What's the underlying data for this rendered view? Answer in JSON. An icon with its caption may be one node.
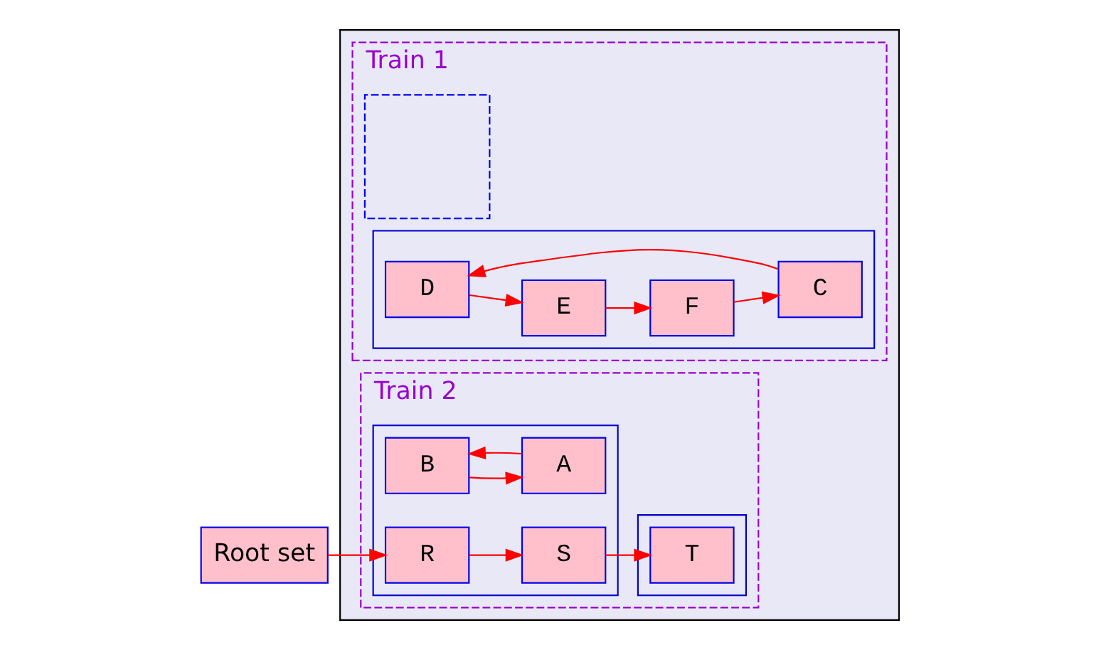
{
  "diagram": {
    "nodes": [
      {
        "text": [
          "Root set"
        ]
      },
      {
        "text": [],
        "shape": "box"
      },
      {
        "text": [
          "Train 1"
        ],
        "in": 1
      },
      {
        "text": [],
        "shape": "box",
        "in": 2
      },
      {
        "text": [],
        "shape": "box",
        "in": 2
      },
      {
        "text": [
          "D"
        ],
        "in": 4
      },
      {
        "text": [
          "E"
        ],
        "in": 4
      },
      {
        "text": [
          "F"
        ],
        "in": 4
      },
      {
        "text": [
          "C"
        ],
        "in": 4
      },
      {
        "text": [
          "Train 2"
        ],
        "in": 1
      },
      {
        "text": [],
        "shape": "box",
        "in": 9
      },
      {
        "text": [
          "B"
        ],
        "in": 10
      },
      {
        "text": [
          "A"
        ],
        "in": 10
      },
      {
        "text": [
          "R"
        ],
        "in": 10
      },
      {
        "text": [
          "S"
        ],
        "in": 10
      },
      {
        "text": [],
        "shape": "box",
        "in": 9
      },
      {
        "text": [
          "T"
        ],
        "in": 15
      }
    ],
    "edges": [
      {
        "from": 5,
        "to": 6,
        "arrow": "to"
      },
      {
        "from": 6,
        "to": 7,
        "arrow": "to"
      },
      {
        "from": 8,
        "to": 5,
        "arrow": "to"
      },
      {
        "from": 7,
        "to": 8,
        "arrow": "to"
      },
      {
        "from": 11,
        "to": 12,
        "arrow": "to"
      },
      {
        "from": 12,
        "to": 11,
        "arrow": "to"
      },
      {
        "from": 0,
        "to": 13,
        "arrow": "to"
      },
      {
        "from": 13,
        "to": 14,
        "arrow": "to"
      },
      {
        "from": 14,
        "to": 16,
        "arrow": "to"
      }
    ]
  }
}
